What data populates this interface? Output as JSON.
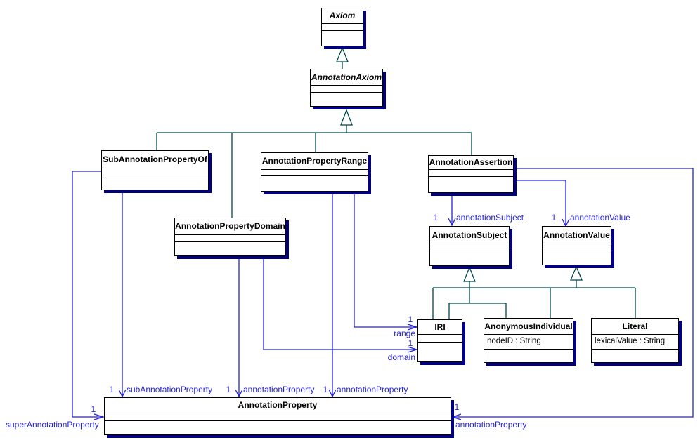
{
  "colors": {
    "association": "#2323DC",
    "generalization": "#004848",
    "box_border": "#000000",
    "box_shadow": "#000080",
    "box_fill": "#ffffff",
    "background": "#ffffff"
  },
  "classes": {
    "axiom": {
      "name": "Axiom"
    },
    "annotation_axiom": {
      "name": "AnnotationAxiom"
    },
    "sub_annotation_property_of": {
      "name": "SubAnnotationPropertyOf"
    },
    "annotation_property_range": {
      "name": "AnnotationPropertyRange"
    },
    "annotation_assertion": {
      "name": "AnnotationAssertion"
    },
    "annotation_property_domain": {
      "name": "AnnotationPropertyDomain"
    },
    "annotation_subject": {
      "name": "AnnotationSubject"
    },
    "annotation_value": {
      "name": "AnnotationValue"
    },
    "iri": {
      "name": "IRI"
    },
    "anonymous_individual": {
      "name": "AnonymousIndividual",
      "attribute": "nodeID : String"
    },
    "literal": {
      "name": "Literal",
      "attribute": "lexicalValue : String"
    },
    "annotation_property": {
      "name": "AnnotationProperty"
    }
  },
  "associations": {
    "annotation_subject": {
      "multiplicity": "1",
      "role": "annotationSubject"
    },
    "annotation_value": {
      "multiplicity": "1",
      "role": "annotationValue"
    },
    "range": {
      "multiplicity": "1",
      "role": "range"
    },
    "domain": {
      "multiplicity": "1",
      "role": "domain"
    },
    "sub_annotation_property": {
      "multiplicity": "1",
      "role": "subAnnotationProperty"
    },
    "annotation_property_from_domain": {
      "multiplicity": "1",
      "role": "annotationProperty"
    },
    "annotation_property_from_range": {
      "multiplicity": "1",
      "role": "annotationProperty"
    },
    "super_annotation_property": {
      "multiplicity": "1",
      "role": "superAnnotationProperty"
    },
    "annotation_property_from_assertion": {
      "multiplicity": "1",
      "role": "annotationProperty"
    }
  }
}
